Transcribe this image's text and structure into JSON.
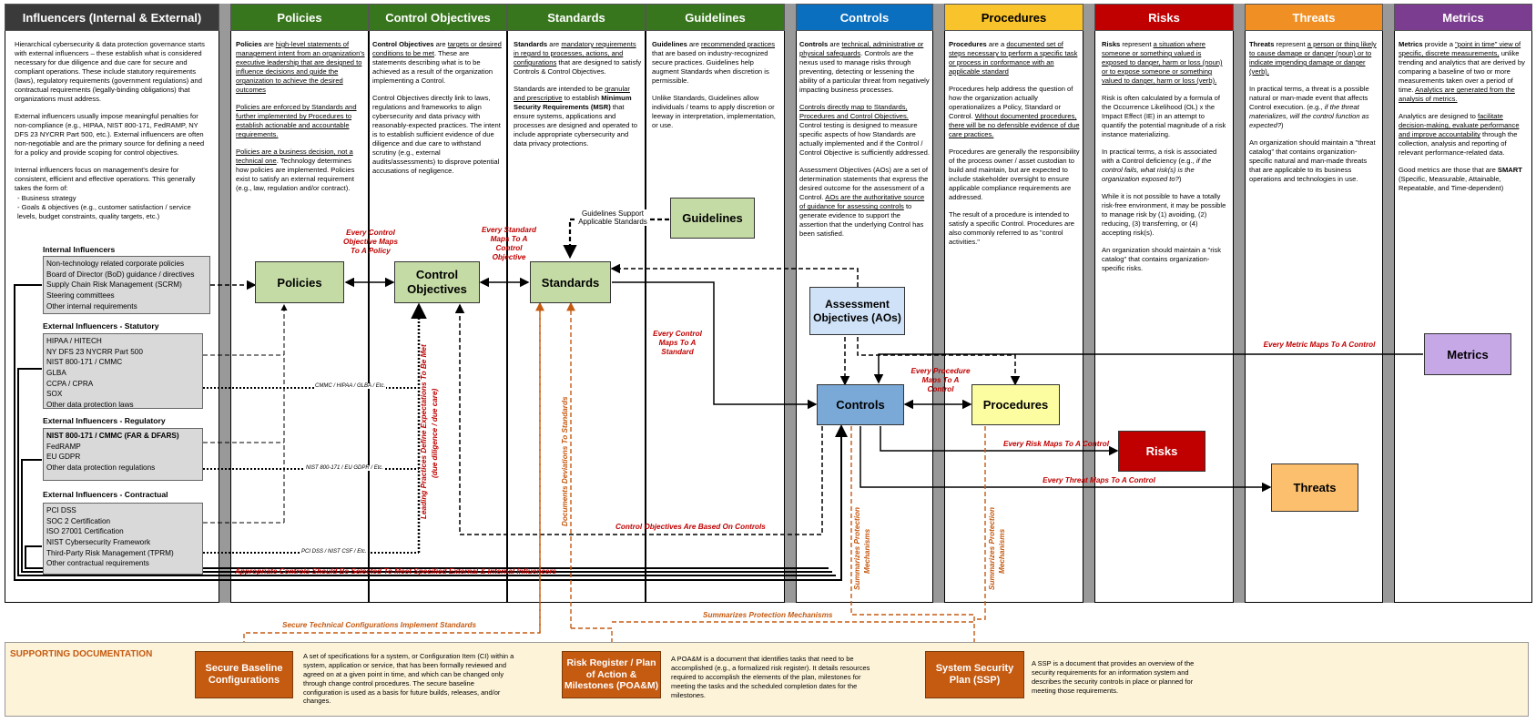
{
  "colors": {
    "green": "#38761d",
    "blue": "#0b6fbf",
    "yellow": "#f9c32c",
    "red": "#c00000",
    "orange": "#f08f23",
    "purple": "#7b3d8f",
    "dark": "#3a3a3a"
  },
  "headers": {
    "influencers": "Influencers (Internal & External)",
    "policies": "Policies",
    "control_objectives": "Control Objectives",
    "standards": "Standards",
    "guidelines": "Guidelines",
    "controls": "Controls",
    "procedures": "Procedures",
    "risks": "Risks",
    "threats": "Threats",
    "metrics": "Metrics"
  },
  "descriptions": {
    "influencers": [
      "Hierarchical cybersecurity & data protection governance starts with external influencers – these establish what is considered necessary for due diligence and due care for secure and compliant operations. These include statutory requirements (laws), regulatory requirements (government regulations) and contractual requirements (legally-binding obligations) that organizations must address.",
      "External influencers usually impose meaningful penalties for non-compliance (e.g., HIPAA, NIST 800-171, FedRAMP, NY DFS 23 NYCRR Part 500, etc.). External influencers are often non-negotiable and are the primary source for defining a need for a policy and provide scoping for control objectives.",
      "Internal influencers focus on management's desire for consistent, efficient and effective operations. This generally takes the form of:",
      "- Business strategy",
      "- Goals & objectives (e.g., customer satisfaction / service levels, budget constraints, quality targets, etc.)"
    ],
    "policies": {
      "p1a": "Policies",
      "p1b": " are ",
      "p1c": "high-level statements of management intent from an organization's executive leadership that are designed to influence decisions and guide the organization to achieve the desired outcomes",
      "p2": "Policies are enforced by Standards and further implemented by Procedures to establish actionable and accountable requirements.",
      "p3a": "Policies are a business decision, not a technical one",
      "p3b": ". Technology determines how policies are implemented. Policies exist to satisfy an external requirement (e.g., law, regulation and/or contract)."
    },
    "control_objectives": {
      "p1a": "Control Objectives",
      "p1b": " are ",
      "p1c": "targets or desired conditions to be met",
      "p1d": ". These are statements describing what is to be achieved as a result of the organization implementing a Control.",
      "p2": "Control Objectives directly link to laws, regulations and frameworks to align cybersecurity and data privacy with reasonably-expected practices. The intent is to establish sufficient evidence of due diligence and due care to withstand scrutiny (e.g., external audits/assessments) to disprove potential accusations of negligence."
    },
    "standards": {
      "p1a": "Standards",
      "p1b": " are ",
      "p1c": "mandatory requirements in regard to processes, actions, and configurations",
      "p1d": " that are designed to satisfy Controls & Control Objectives.",
      "p2a": "Standards are intended to be ",
      "p2b": "granular and prescriptive",
      "p2c": " to establish ",
      "p2d": "Minimum Security Requirements (MSR)",
      "p2e": " that ensure systems, applications and processes are designed and operated to include appropriate cybersecurity and data privacy protections."
    },
    "guidelines": {
      "p1a": "Guidelines",
      "p1b": " are ",
      "p1c": "recommended practices",
      "p1d": " that are based on industry-recognized secure practices. Guidelines help augment Standards when discretion is permissible.",
      "p2": "Unlike Standards, Guidelines allow individuals / teams to apply discretion or leeway in interpretation, implementation, or use."
    },
    "controls": {
      "p1a": "Controls",
      "p1b": " are ",
      "p1c": "technical, administrative or physical safeguards",
      "p1d": ". Controls are the nexus used to manage risks through preventing, detecting or lessening the ability of a particular threat from negatively impacting business processes.",
      "p2a": "Controls directly map to Standards, Procedures and Control Objectives.",
      "p2b": " Control testing is designed to measure specific aspects of how Standards are actually implemented and if the Control / Control Objective is sufficiently addressed.",
      "p3a": "Assessment Objectives (AOs) are a set of determination statements that express the desired outcome for the assessment of a Control. ",
      "p3b": "AOs are the authoritative source of guidance for assessing controls",
      "p3c": " to generate evidence to support the assertion that the underlying Control has been satisfied."
    },
    "procedures": {
      "p1a": "Procedures",
      "p1b": " are a ",
      "p1c": "documented set of steps necessary to perform a specific task or process in conformance with an applicable standard",
      "p2a": "Procedures help address the question of how the organization actually operationalizes a Policy, Standard or Control. ",
      "p2b": "Without documented procedures, there will be no defensible evidence of due care practices.",
      "p3": "Procedures are generally the responsibility of the process owner / asset custodian to build and maintain, but are expected to include stakeholder oversight to ensure applicable compliance requirements are addressed.",
      "p4": "The result of a procedure is intended to satisfy a specific Control. Procedures are also commonly referred to as \"control activities.\""
    },
    "risks": {
      "p1a": "Risks",
      "p1b": " represent ",
      "p1c": "a situation where someone or something valued is exposed to danger, harm or loss (noun) or to expose someone or something valued to danger, harm or loss (verb).",
      "p2": "Risk is often calculated by a formula of the Occurrence Likelihood (OL) x the Impact Effect (IE) in an attempt to quantify the potential magnitude of a risk instance materializing.",
      "p3a": "In practical terms, a risk is associated with a Control deficiency (e.g., ",
      "p3b": "if the control fails, what risk(s) is the organization exposed to?",
      "p3c": ")",
      "p4": "While it is not possible to have a totally risk-free environment, it may be possible to manage risk by (1) avoiding, (2) reducing, (3) transferring, or (4) accepting risk(s).",
      "p5": "An organization should maintain a \"risk catalog\" that contains organization-specific risks."
    },
    "threats": {
      "p1a": "Threats",
      "p1b": " represent ",
      "p1c": "a person or thing likely to cause damage or danger (noun) or to indicate impending damage or danger (verb).",
      "p2a": "In practical terms, a threat is a possible natural or man-made event that affects Control execution. (e.g., ",
      "p2b": "if the threat materializes, will the control function as expected?",
      "p2c": ")",
      "p3": "An organization should maintain a \"threat catalog\" that contains organization-specific natural and man-made threats that are applicable to its business operations and technologies in use."
    },
    "metrics": {
      "p1a": "Metrics",
      "p1b": " provide a ",
      "p1c": "\"point in time\" view of specific, discrete measurements,",
      "p1d": " unlike trending and analytics that are derived by comparing a baseline of two or more measurements taken over a period of time. ",
      "p1e": "Analytics are generated from the analysis of metrics.",
      "p2a": "Analytics are designed to ",
      "p2b": "facilitate decision-making, evaluate performance and improve accountability",
      "p2c": " through the collection, analysis and reporting of relevant performance-related data.",
      "p3a": "Good metrics are those that are ",
      "p3b": "SMART",
      "p3c": " (Specific, Measurable, Attainable, Repeatable, and Time-dependent)"
    }
  },
  "groups": {
    "internal": {
      "title": "Internal Influencers",
      "items": [
        "Non-technology related corporate policies",
        "Board of Director (BoD) guidance / directives",
        "Supply Chain Risk Management (SCRM)",
        "Steering committees",
        "Other internal requirements"
      ]
    },
    "statutory": {
      "title": "External Influencers - Statutory",
      "items": [
        "HIPAA / HITECH",
        "NY DFS 23 NYCRR Part 500",
        "NIST 800-171 / CMMC",
        "GLBA",
        "CCPA / CPRA",
        "SOX",
        "Other data protection laws"
      ]
    },
    "regulatory": {
      "title": "External Influencers - Regulatory",
      "items": [
        "NIST 800-171 / CMMC (FAR & DFARS)",
        "FedRAMP",
        "EU GDPR",
        "Other data protection regulations"
      ]
    },
    "contractual": {
      "title": "External Influencers - Contractual",
      "items": [
        "PCI DSS",
        "SOC 2 Certification",
        "ISO 27001 Certification",
        "NIST Cybersecurity Framework",
        "Third-Party Risk Management (TPRM)",
        "Other contractual requirements"
      ]
    }
  },
  "boxes": {
    "policies": "Policies",
    "control_objectives": "Control Objectives",
    "standards": "Standards",
    "guidelines": "Guidelines",
    "aos": "Assessment Objectives (AOs)",
    "controls": "Controls",
    "procedures": "Procedures",
    "risks": "Risks",
    "threats": "Threats",
    "metrics": "Metrics"
  },
  "annotations": {
    "co_maps_policy": "Every Control Objective Maps To A Policy",
    "std_maps_co": "Every Standard Maps To A Control Objective",
    "guidelines_support": "Guidelines Support Applicable Standards",
    "ctrl_maps_std": "Every Control Maps To A Standard",
    "proc_maps_ctrl": "Every Procedure Maps To A Control",
    "metric_maps_ctrl": "Every Metric Maps  To A Control",
    "risk_maps_ctrl": "Every Risk Maps  To A Control",
    "threat_maps_ctrl": "Every Threat Maps  To A Control",
    "co_based_on_ctrl": "Control Objectives Are Based On Controls",
    "appropriate_controls": "Appropriate Controls Should Be Selected To Meet Specified External & Internal Influencers",
    "leading_practices": "Leading Practices Define Expectations To Be Met",
    "due_diligence": "(due diligence / due care)",
    "doc_deviations": "Documents Deviations To Standards",
    "summ1": "Summarizes Protection",
    "summ1b": "Mechanisms",
    "summ2": "Summarizes Protection",
    "summ2b": "Mechanisms",
    "stat_small": "CMMC / HIPAA / GLBA / Etc.",
    "reg_small": "NIST 800-171 / EU GDPR / Etc.",
    "contr_small": "PCI DSS / NIST CSF / Etc.",
    "secure_tech": "Secure Technical Configurations Implement Standards",
    "summ_bottom": "Summarizes Protection Mechanisms"
  },
  "supporting": {
    "title": "SUPPORTING DOCUMENTATION",
    "sbc_box": "Secure Baseline Configurations",
    "sbc_desc": "A set of specifications for a system, or Configuration Item (CI) within a system, application or service, that has been formally reviewed and agreed on at a given point in time, and which can be changed only through change control procedures. The secure baseline configuration is used as a basis for future builds, releases, and/or changes.",
    "poam_box": "Risk Register / Plan of Action & Milestones (POA&M)",
    "poam_desc": "A POA&M is a document that identifies tasks that need to be accomplished (e.g., a formalized risk register). It details resources required to accomplish the elements of the plan, milestones for meeting the tasks and the scheduled completion dates for the milestones.",
    "ssp_box": "System Security Plan (SSP)",
    "ssp_desc": "A SSP is a document that provides an overview of the security requirements for an information system and describes the security controls in place or planned for meeting those requirements."
  }
}
